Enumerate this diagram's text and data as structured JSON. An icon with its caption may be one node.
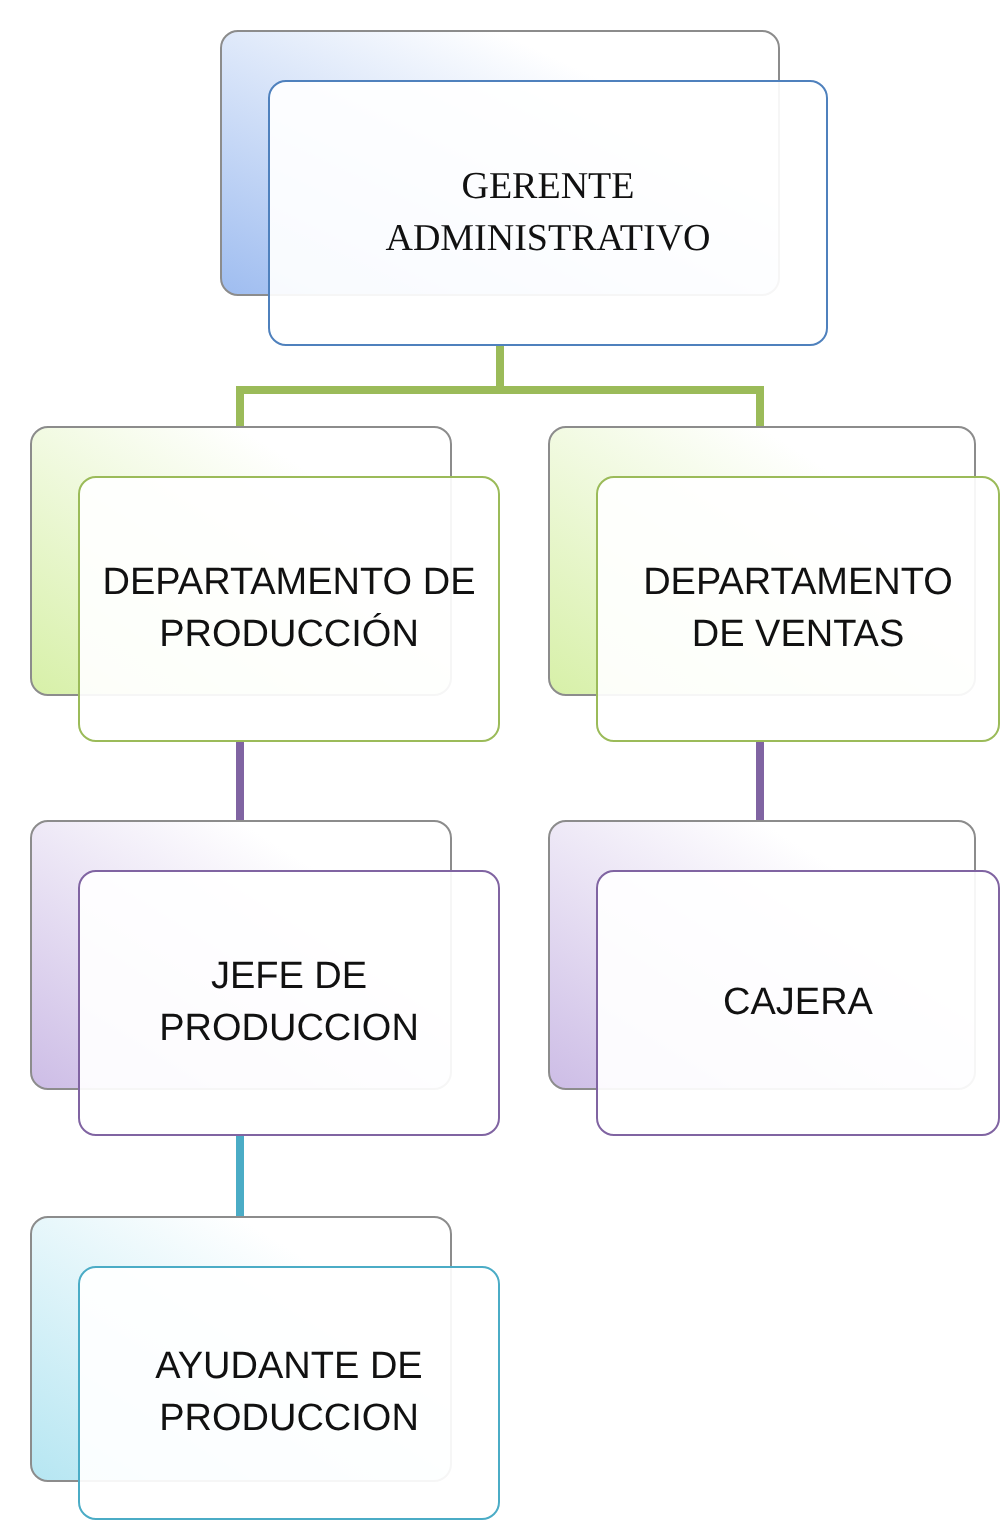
{
  "diagram": {
    "nodes": [
      {
        "text": [
          "GERENTE ADMINISTRATIVO"
        ]
      },
      {
        "text": [
          "DEPARTAMENTO DE PRODUCCIÓN"
        ]
      },
      {
        "text": [
          "DEPARTAMENTO DE VENTAS"
        ]
      },
      {
        "text": [
          "JEFE DE PRODUCCION"
        ]
      },
      {
        "text": [
          "CAJERA"
        ]
      },
      {
        "text": [
          "AYUDANTE DE PRODUCCION"
        ]
      }
    ],
    "edges": [
      {
        "from": 0,
        "to": 1,
        "arrow": "none",
        "color": "#9bbb59"
      },
      {
        "from": 0,
        "to": 2,
        "arrow": "none",
        "color": "#9bbb59"
      },
      {
        "from": 1,
        "to": 3,
        "arrow": "none",
        "color": "#8064a2"
      },
      {
        "from": 2,
        "to": 4,
        "arrow": "none",
        "color": "#8064a2"
      },
      {
        "from": 3,
        "to": 5,
        "arrow": "none",
        "color": "#4bacc6"
      }
    ]
  }
}
